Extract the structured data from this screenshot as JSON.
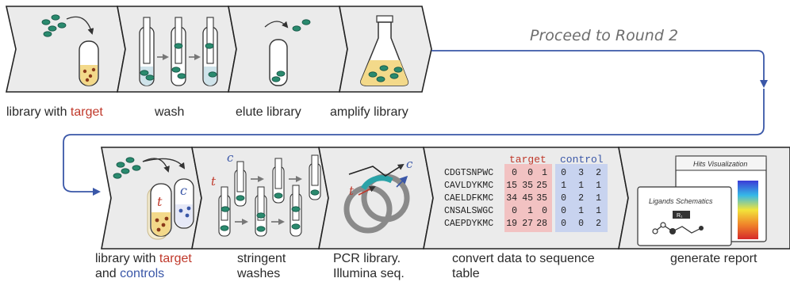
{
  "colors": {
    "panel_fill": "#ebebeb",
    "panel_stroke": "#222222",
    "bead": "#2a8a6e",
    "target_red": "#c0392b",
    "control_blue": "#3a57a8",
    "liquid": "#f3d98a",
    "pink_cell": "#f2c2c2",
    "blue_cell": "#c8d3ef"
  },
  "top_row": {
    "labels": {
      "step1_prefix": "library with ",
      "step1_target": "target",
      "step2": "wash",
      "step3": "elute library",
      "step4": "amplify library"
    },
    "proceed_text": "Proceed to Round 2"
  },
  "bottom_row": {
    "labels": {
      "step5_line1_prefix": "library with ",
      "step5_line1_target": "target",
      "step5_line2_prefix": "and ",
      "step5_line2_controls": "controls",
      "step6_line1": "stringent",
      "step6_line2": "washes",
      "step7_line1": "PCR library.",
      "step7_line2": "Illumina seq.",
      "step8_line1": "convert data to sequence",
      "step8_line2": "table",
      "step9": "generate report"
    },
    "tube_letters": {
      "t": "t",
      "c": "c"
    },
    "table": {
      "header_target": "target",
      "header_control": "control",
      "rows": [
        {
          "seq": "CDGTSNPWC",
          "target": [
            "0",
            "0",
            "1"
          ],
          "control": [
            "0",
            "3",
            "2"
          ]
        },
        {
          "seq": "CAVLDYKMC",
          "target": [
            "15",
            "35",
            "25"
          ],
          "control": [
            "1",
            "1",
            "1"
          ]
        },
        {
          "seq": "CAELDFKMC",
          "target": [
            "34",
            "45",
            "35"
          ],
          "control": [
            "0",
            "2",
            "1"
          ]
        },
        {
          "seq": "CNSALSWGC",
          "target": [
            "0",
            "1",
            "0"
          ],
          "control": [
            "0",
            "1",
            "1"
          ]
        },
        {
          "seq": "CAEPDYKMC",
          "target": [
            "19",
            "27",
            "28"
          ],
          "control": [
            "0",
            "0",
            "2"
          ]
        }
      ]
    },
    "report": {
      "hits_title": "Hits Visualization",
      "ligands_title": "Ligands Schematics",
      "node_label": "R₁"
    }
  }
}
